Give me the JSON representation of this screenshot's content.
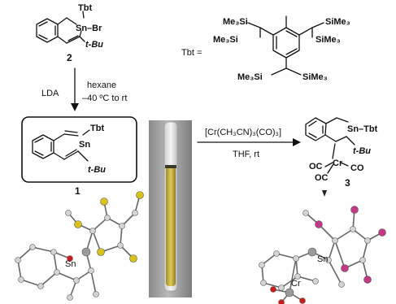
{
  "compound2": {
    "tbt": "Tbt",
    "sn_br": "Sn–Br",
    "tbu": "t-Bu",
    "number": "2"
  },
  "tbt_definition": {
    "lhs": "Tbt =",
    "tms_top_left": "Me₃Si",
    "tms_mid_left": "Me₃Si",
    "tms_top_right": "SiMe₃",
    "tms_mid_right": "SiMe₃",
    "tms_bottom_left": "Me₃Si",
    "tms_bottom_right": "SiMe₃"
  },
  "step1": {
    "reagent": "LDA",
    "solvent": "hexane",
    "conditions": "–40 ºC to rt"
  },
  "compound1": {
    "sn": "Sn",
    "tbt": "Tbt",
    "tbu": "t-Bu",
    "number": "1"
  },
  "step2": {
    "reagent": "[Cr(CH₃CN)₃(CO)₃]",
    "conditions": "THF, rt"
  },
  "compound3": {
    "sn_tbt": "Sn–Tbt",
    "tbu": "t-Bu",
    "cr": "Cr",
    "co_left": "OC",
    "co_right": "CO",
    "co_bottom": "OC",
    "number": "3"
  },
  "xray": {
    "sn_left": "Sn",
    "sn_right": "Sn",
    "cr": "Cr"
  },
  "colors": {
    "ink": "#111111",
    "tin_silver": "#9a9a9a",
    "silicon_yellow": "#d8c21a",
    "silicon_pink": "#c23a86",
    "oxygen_red": "#d01a1a",
    "vial_solution": "#c9b13e"
  }
}
